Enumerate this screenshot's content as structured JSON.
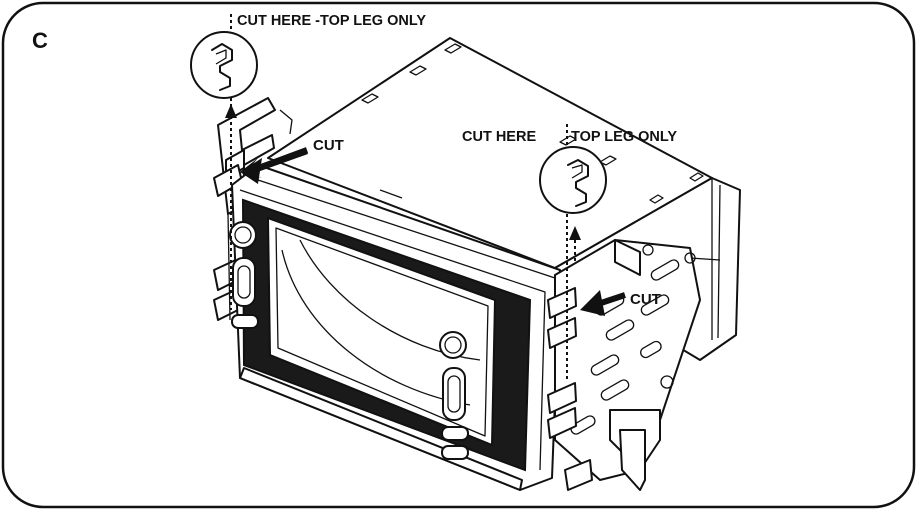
{
  "panel": {
    "step_letter": "C"
  },
  "callouts": {
    "top_left": "CUT HERE -TOP LEG ONLY",
    "top_right_a": "CUT HERE",
    "top_right_b": "TOP LEG ONLY",
    "cut_left": "CUT",
    "cut_right": "CUT"
  },
  "colors": {
    "line": "#111111",
    "background": "#ffffff",
    "dark_bezel": "#1a1a1a"
  }
}
